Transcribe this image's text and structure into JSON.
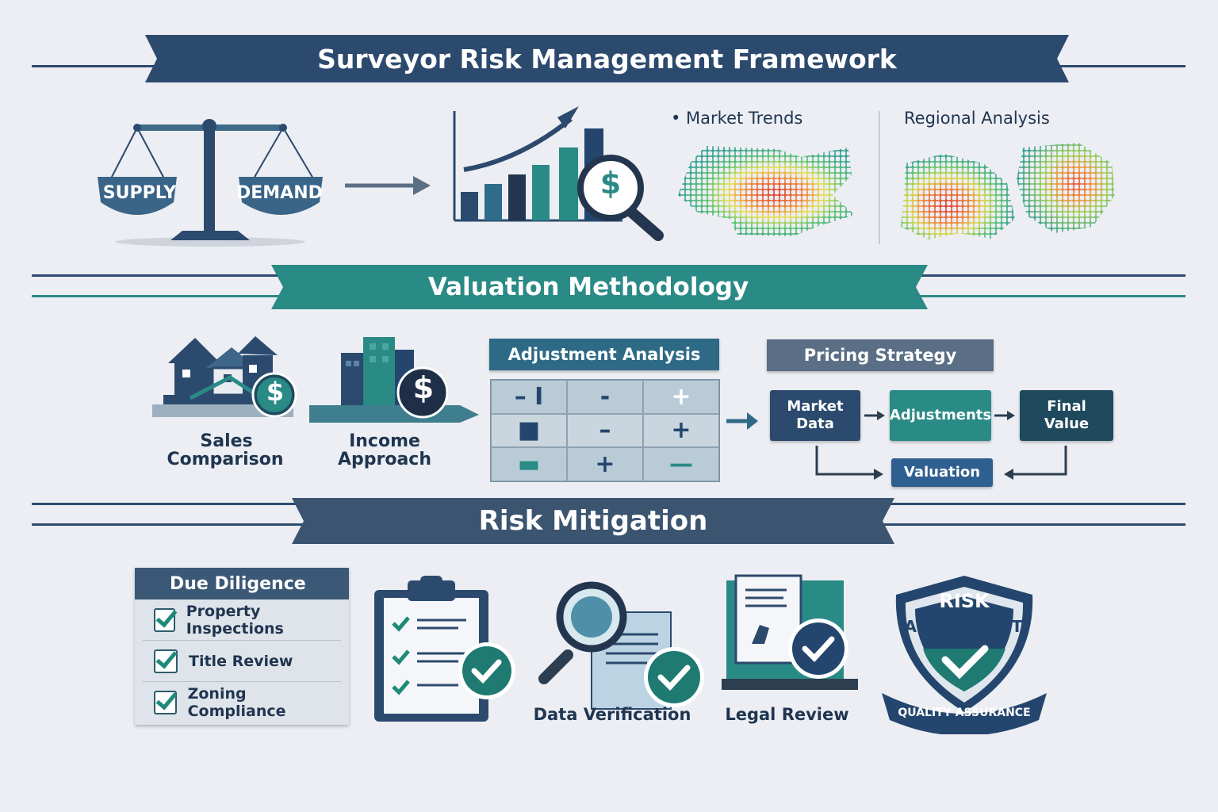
{
  "title": "Surveyor Risk Management Framework",
  "market": {
    "scale_left": "SUPPLY",
    "scale_right": "DEMAND",
    "heatmap1_label": "• Market Trends",
    "heatmap2_label": "Regional Analysis",
    "dollar": "$"
  },
  "valuation": {
    "title": "Valuation Methodology",
    "sales_label_1": "Sales",
    "sales_label_2": "Comparison",
    "income_label_1": "Income",
    "income_label_2": "Approach",
    "adjustment_title": "Adjustment Analysis",
    "adjustment_cells": [
      "– I",
      "-",
      "+",
      "■",
      "–",
      "+",
      "▬",
      "+",
      "—"
    ],
    "pricing_title": "Pricing Strategy",
    "flow": {
      "market_data_1": "Market",
      "market_data_2": "Data",
      "adjustments": "Adjustments",
      "final_value_1": "Final",
      "final_value_2": "Value",
      "valuation": "Valuation"
    }
  },
  "risk": {
    "title": "Risk Mitigation",
    "due_diligence_title": "Due Diligence",
    "due_diligence_items": [
      "Property Inspections",
      "Title Review",
      "Zoning Compliance"
    ],
    "data_verification": "Data Verification",
    "legal_review": "Legal Review",
    "badge_line1": "RISK",
    "badge_line2": "ASSESSMENT",
    "badge_ribbon": "QUALITY ASSURANCE"
  },
  "colors": {
    "navy": "#2c4a6e",
    "teal": "#2a8a86",
    "slate": "#3b5470",
    "accent_green": "#1f8a7a"
  }
}
